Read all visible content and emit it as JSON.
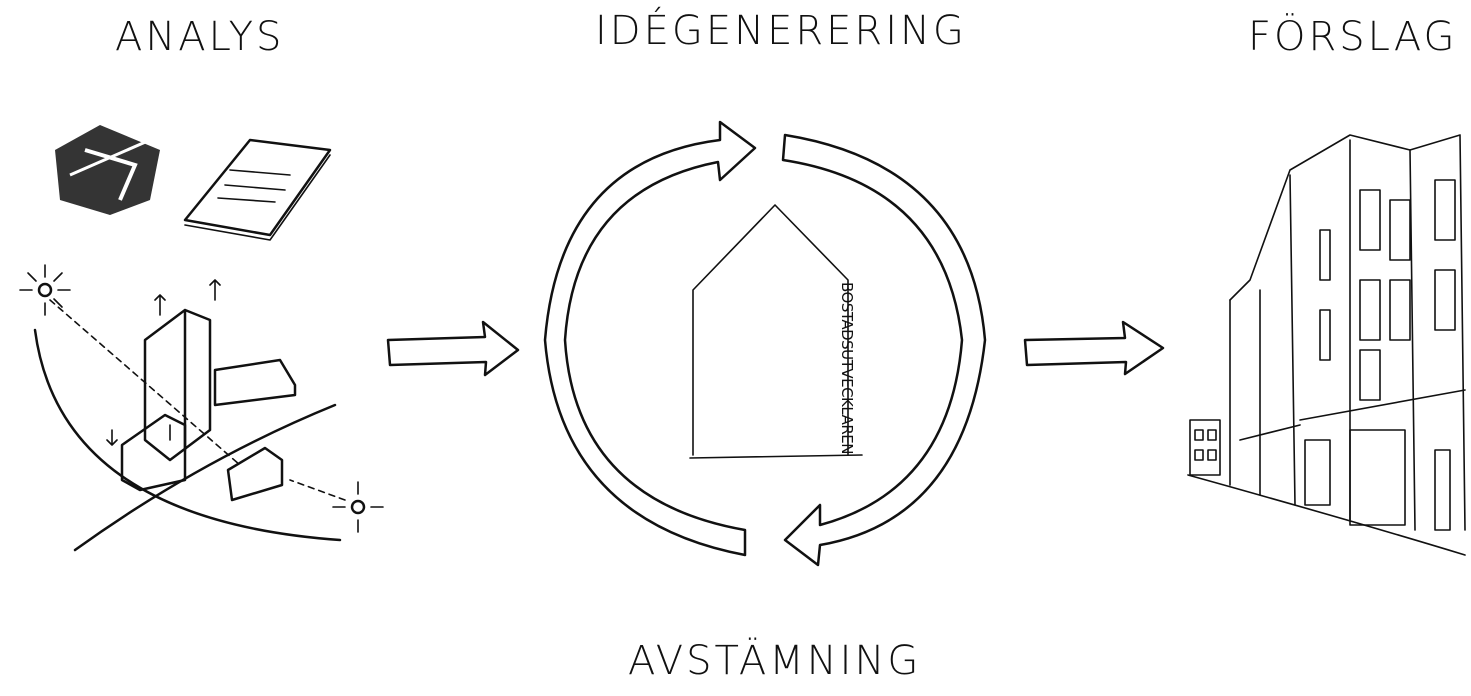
{
  "stages": {
    "analys": "ANALYS",
    "idegenerering": "IDÉGENERERING",
    "forslag": "FÖRSLAG",
    "avstamning": "AVSTÄMNING"
  },
  "house_label": "BOSTADSUTVECKLAREN"
}
